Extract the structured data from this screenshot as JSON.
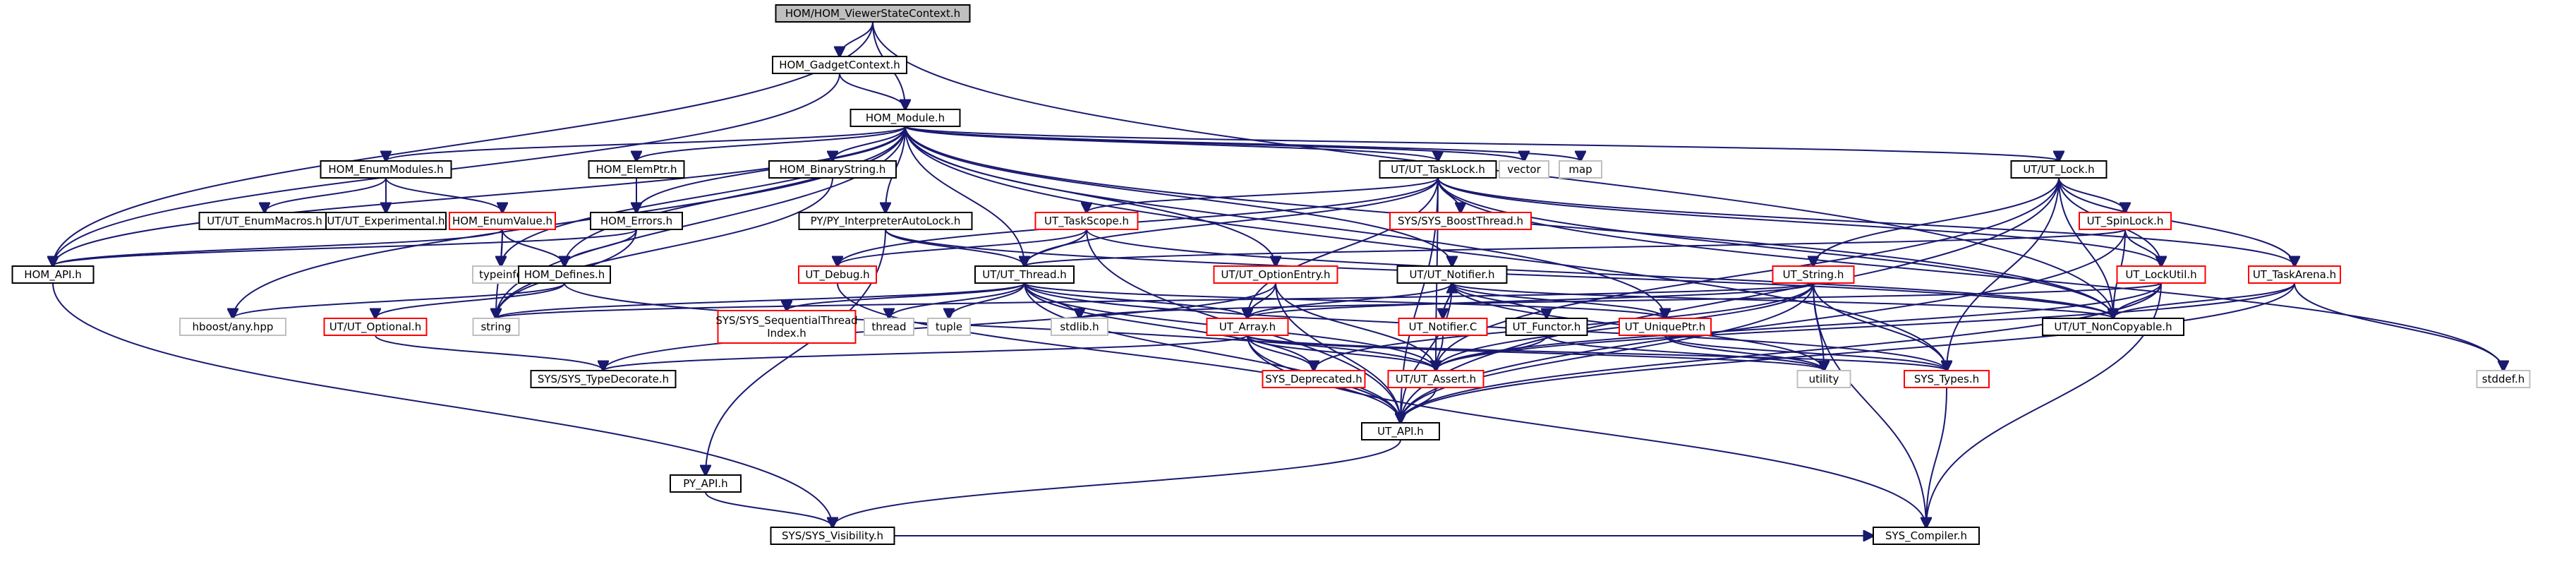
{
  "nodes": [
    {
      "id": "n_root",
      "label": "HOM/HOM_ViewerStateContext.h",
      "style": "root"
    },
    {
      "id": "n_gadget",
      "label": "HOM_GadgetContext.h",
      "style": "normal"
    },
    {
      "id": "n_module",
      "label": "HOM_Module.h",
      "style": "normal"
    },
    {
      "id": "n_enummodules",
      "label": "HOM_EnumModules.h",
      "style": "normal"
    },
    {
      "id": "n_elemptr",
      "label": "HOM_ElemPtr.h",
      "style": "normal"
    },
    {
      "id": "n_binarystring",
      "label": "HOM_BinaryString.h",
      "style": "normal"
    },
    {
      "id": "n_vector",
      "label": "vector",
      "style": "grey"
    },
    {
      "id": "n_map",
      "label": "map",
      "style": "grey"
    },
    {
      "id": "n_tasklock",
      "label": "UT/UT_TaskLock.h",
      "style": "normal"
    },
    {
      "id": "n_lock",
      "label": "UT/UT_Lock.h",
      "style": "normal"
    },
    {
      "id": "n_enummacros",
      "label": "UT/UT_EnumMacros.h",
      "style": "normal"
    },
    {
      "id": "n_experimental",
      "label": "UT/UT_Experimental.h",
      "style": "normal"
    },
    {
      "id": "n_enumvalue",
      "label": "HOM_EnumValue.h",
      "style": "red"
    },
    {
      "id": "n_errors",
      "label": "HOM_Errors.h",
      "style": "normal"
    },
    {
      "id": "n_interp",
      "label": "PY/PY_InterpreterAutoLock.h",
      "style": "normal"
    },
    {
      "id": "n_taskscope",
      "label": "UT_TaskScope.h",
      "style": "red"
    },
    {
      "id": "n_boostthread",
      "label": "SYS/SYS_BoostThread.h",
      "style": "red"
    },
    {
      "id": "n_spinlock",
      "label": "UT_SpinLock.h",
      "style": "red"
    },
    {
      "id": "n_homapi",
      "label": "HOM_API.h",
      "style": "normal"
    },
    {
      "id": "n_typeinfo",
      "label": "typeinfo",
      "style": "grey"
    },
    {
      "id": "n_defines",
      "label": "HOM_Defines.h",
      "style": "normal"
    },
    {
      "id": "n_debug",
      "label": "UT_Debug.h",
      "style": "red"
    },
    {
      "id": "n_thread",
      "label": "UT/UT_Thread.h",
      "style": "normal"
    },
    {
      "id": "n_optionentry",
      "label": "UT/UT_OptionEntry.h",
      "style": "red"
    },
    {
      "id": "n_notifier",
      "label": "UT/UT_Notifier.h",
      "style": "normal"
    },
    {
      "id": "n_string",
      "label": "UT_String.h",
      "style": "red"
    },
    {
      "id": "n_lockutil",
      "label": "UT_LockUtil.h",
      "style": "red"
    },
    {
      "id": "n_taskarena",
      "label": "UT_TaskArena.h",
      "style": "red"
    },
    {
      "id": "n_boostany",
      "label": "hboost/any.hpp",
      "style": "grey"
    },
    {
      "id": "n_stdstring",
      "label": "string",
      "style": "grey"
    },
    {
      "id": "n_optional",
      "label": "UT/UT_Optional.h",
      "style": "red"
    },
    {
      "id": "n_seqthread",
      "label": "SYS/SYS_SequentialThread\nIndex.h",
      "style": "red"
    },
    {
      "id": "n_stdthread",
      "label": "thread",
      "style": "grey"
    },
    {
      "id": "n_tuple",
      "label": "tuple",
      "style": "grey"
    },
    {
      "id": "n_stdlib",
      "label": "stdlib.h",
      "style": "grey"
    },
    {
      "id": "n_array",
      "label": "UT_Array.h",
      "style": "red"
    },
    {
      "id": "n_notifierc",
      "label": "UT_Notifier.C",
      "style": "red"
    },
    {
      "id": "n_functor",
      "label": "UT_Functor.h",
      "style": "normal"
    },
    {
      "id": "n_uniqueptr",
      "label": "UT_UniquePtr.h",
      "style": "red"
    },
    {
      "id": "n_noncopyable",
      "label": "UT/UT_NonCopyable.h",
      "style": "normal"
    },
    {
      "id": "n_typedecorate",
      "label": "SYS/SYS_TypeDecorate.h",
      "style": "normal"
    },
    {
      "id": "n_deprecated",
      "label": "SYS_Deprecated.h",
      "style": "red"
    },
    {
      "id": "n_assert",
      "label": "UT/UT_Assert.h",
      "style": "red"
    },
    {
      "id": "n_utility",
      "label": "utility",
      "style": "grey"
    },
    {
      "id": "n_systypes",
      "label": "SYS_Types.h",
      "style": "red"
    },
    {
      "id": "n_stddef",
      "label": "stddef.h",
      "style": "grey"
    },
    {
      "id": "n_utapi",
      "label": "UT_API.h",
      "style": "normal"
    },
    {
      "id": "n_pyapi",
      "label": "PY_API.h",
      "style": "normal"
    },
    {
      "id": "n_visibility",
      "label": "SYS/SYS_Visibility.h",
      "style": "normal"
    },
    {
      "id": "n_compiler",
      "label": "SYS_Compiler.h",
      "style": "normal"
    }
  ],
  "edges": [
    [
      "n_root",
      "n_gadget"
    ],
    [
      "n_root",
      "n_module"
    ],
    [
      "n_root",
      "n_homapi"
    ],
    [
      "n_root",
      "n_noncopyable"
    ],
    [
      "n_gadget",
      "n_module"
    ],
    [
      "n_gadget",
      "n_homapi"
    ],
    [
      "n_module",
      "n_enummodules"
    ],
    [
      "n_module",
      "n_elemptr"
    ],
    [
      "n_module",
      "n_binarystring"
    ],
    [
      "n_module",
      "n_vector"
    ],
    [
      "n_module",
      "n_map"
    ],
    [
      "n_module",
      "n_tasklock"
    ],
    [
      "n_module",
      "n_lock"
    ],
    [
      "n_module",
      "n_homapi"
    ],
    [
      "n_module",
      "n_errors"
    ],
    [
      "n_module",
      "n_defines"
    ],
    [
      "n_module",
      "n_typeinfo"
    ],
    [
      "n_module",
      "n_interp"
    ],
    [
      "n_module",
      "n_thread"
    ],
    [
      "n_module",
      "n_optionentry"
    ],
    [
      "n_module",
      "n_notifier"
    ],
    [
      "n_module",
      "n_uniqueptr"
    ],
    [
      "n_module",
      "n_boostany"
    ],
    [
      "n_module",
      "n_stdstring"
    ],
    [
      "n_module",
      "n_noncopyable"
    ],
    [
      "n_module",
      "n_systypes"
    ],
    [
      "n_enummodules",
      "n_enummacros"
    ],
    [
      "n_enummodules",
      "n_experimental"
    ],
    [
      "n_enummodules",
      "n_enumvalue"
    ],
    [
      "n_enumvalue",
      "n_homapi"
    ],
    [
      "n_enumvalue",
      "n_defines"
    ],
    [
      "n_enumvalue",
      "n_typeinfo"
    ],
    [
      "n_enumvalue",
      "n_stdstring"
    ],
    [
      "n_elemptr",
      "n_errors"
    ],
    [
      "n_errors",
      "n_homapi"
    ],
    [
      "n_errors",
      "n_defines"
    ],
    [
      "n_errors",
      "n_stdstring"
    ],
    [
      "n_binarystring",
      "n_stdstring"
    ],
    [
      "n_defines",
      "n_boostany"
    ],
    [
      "n_defines",
      "n_optional"
    ],
    [
      "n_defines",
      "n_assert"
    ],
    [
      "n_optional",
      "n_typedecorate"
    ],
    [
      "n_interp",
      "n_thread"
    ],
    [
      "n_interp",
      "n_pyapi"
    ],
    [
      "n_interp",
      "n_noncopyable"
    ],
    [
      "n_pyapi",
      "n_visibility"
    ],
    [
      "n_homapi",
      "n_visibility"
    ],
    [
      "n_tasklock",
      "n_taskscope"
    ],
    [
      "n_tasklock",
      "n_boostthread"
    ],
    [
      "n_tasklock",
      "n_thread"
    ],
    [
      "n_tasklock",
      "n_lockutil"
    ],
    [
      "n_tasklock",
      "n_array"
    ],
    [
      "n_tasklock",
      "n_assert"
    ],
    [
      "n_tasklock",
      "n_noncopyable"
    ],
    [
      "n_tasklock",
      "n_utapi"
    ],
    [
      "n_tasklock",
      "n_debug"
    ],
    [
      "n_tasklock",
      "n_taskarena"
    ],
    [
      "n_tasklock",
      "n_stddef"
    ],
    [
      "n_taskscope",
      "n_thread"
    ],
    [
      "n_taskscope",
      "n_debug"
    ],
    [
      "n_taskscope",
      "n_utapi"
    ],
    [
      "n_taskscope",
      "n_noncopyable"
    ],
    [
      "n_lock",
      "n_spinlock"
    ],
    [
      "n_lock",
      "n_string"
    ],
    [
      "n_lock",
      "n_lockutil"
    ],
    [
      "n_lock",
      "n_taskarena"
    ],
    [
      "n_lock",
      "n_noncopyable"
    ],
    [
      "n_lock",
      "n_assert"
    ],
    [
      "n_lock",
      "n_utapi"
    ],
    [
      "n_lock",
      "n_systypes"
    ],
    [
      "n_spinlock",
      "n_thread"
    ],
    [
      "n_spinlock",
      "n_lockutil"
    ],
    [
      "n_spinlock",
      "n_noncopyable"
    ],
    [
      "n_spinlock",
      "n_utapi"
    ],
    [
      "n_lockutil",
      "n_noncopyable"
    ],
    [
      "n_lockutil",
      "n_utapi"
    ],
    [
      "n_lockutil",
      "n_assert"
    ],
    [
      "n_lockutil",
      "n_stdlib"
    ],
    [
      "n_lockutil",
      "n_compiler"
    ],
    [
      "n_taskarena",
      "n_noncopyable"
    ],
    [
      "n_taskarena",
      "n_utapi"
    ],
    [
      "n_taskarena",
      "n_stddef"
    ],
    [
      "n_taskarena",
      "n_assert"
    ],
    [
      "n_debug",
      "n_utapi"
    ],
    [
      "n_thread",
      "n_seqthread"
    ],
    [
      "n_thread",
      "n_stdthread"
    ],
    [
      "n_thread",
      "n_tuple"
    ],
    [
      "n_thread",
      "n_stdlib"
    ],
    [
      "n_thread",
      "n_array"
    ],
    [
      "n_thread",
      "n_uniqueptr"
    ],
    [
      "n_thread",
      "n_assert"
    ],
    [
      "n_thread",
      "n_utapi"
    ],
    [
      "n_thread",
      "n_stdstring"
    ],
    [
      "n_thread",
      "n_deprecated"
    ],
    [
      "n_thread",
      "n_systypes"
    ],
    [
      "n_optionentry",
      "n_array"
    ],
    [
      "n_optionentry",
      "n_assert"
    ],
    [
      "n_optionentry",
      "n_utapi"
    ],
    [
      "n_optionentry",
      "n_typedecorate"
    ],
    [
      "n_notifier",
      "n_array"
    ],
    [
      "n_notifier",
      "n_notifierc"
    ],
    [
      "n_notifier",
      "n_functor"
    ],
    [
      "n_notifier",
      "n_uniqueptr"
    ],
    [
      "n_notifier",
      "n_noncopyable"
    ],
    [
      "n_notifier",
      "n_utapi"
    ],
    [
      "n_notifier",
      "n_utility"
    ],
    [
      "n_notifierc",
      "n_notifier"
    ],
    [
      "n_notifierc",
      "n_assert"
    ],
    [
      "n_string",
      "n_array"
    ],
    [
      "n_string",
      "n_assert"
    ],
    [
      "n_string",
      "n_utapi"
    ],
    [
      "n_string",
      "n_systypes"
    ],
    [
      "n_string",
      "n_utility"
    ],
    [
      "n_string",
      "n_compiler"
    ],
    [
      "n_string",
      "n_stdstring"
    ],
    [
      "n_string",
      "n_deprecated"
    ],
    [
      "n_array",
      "n_typedecorate"
    ],
    [
      "n_array",
      "n_deprecated"
    ],
    [
      "n_array",
      "n_assert"
    ],
    [
      "n_array",
      "n_utapi"
    ],
    [
      "n_array",
      "n_utility"
    ],
    [
      "n_array",
      "n_systypes"
    ],
    [
      "n_array",
      "n_compiler"
    ],
    [
      "n_functor",
      "n_assert"
    ],
    [
      "n_functor",
      "n_utility"
    ],
    [
      "n_uniqueptr",
      "n_systypes"
    ],
    [
      "n_uniqueptr",
      "n_utility"
    ],
    [
      "n_assert",
      "n_utapi"
    ],
    [
      "n_systypes",
      "n_compiler"
    ],
    [
      "n_utapi",
      "n_visibility"
    ],
    [
      "n_visibility",
      "n_compiler"
    ]
  ]
}
